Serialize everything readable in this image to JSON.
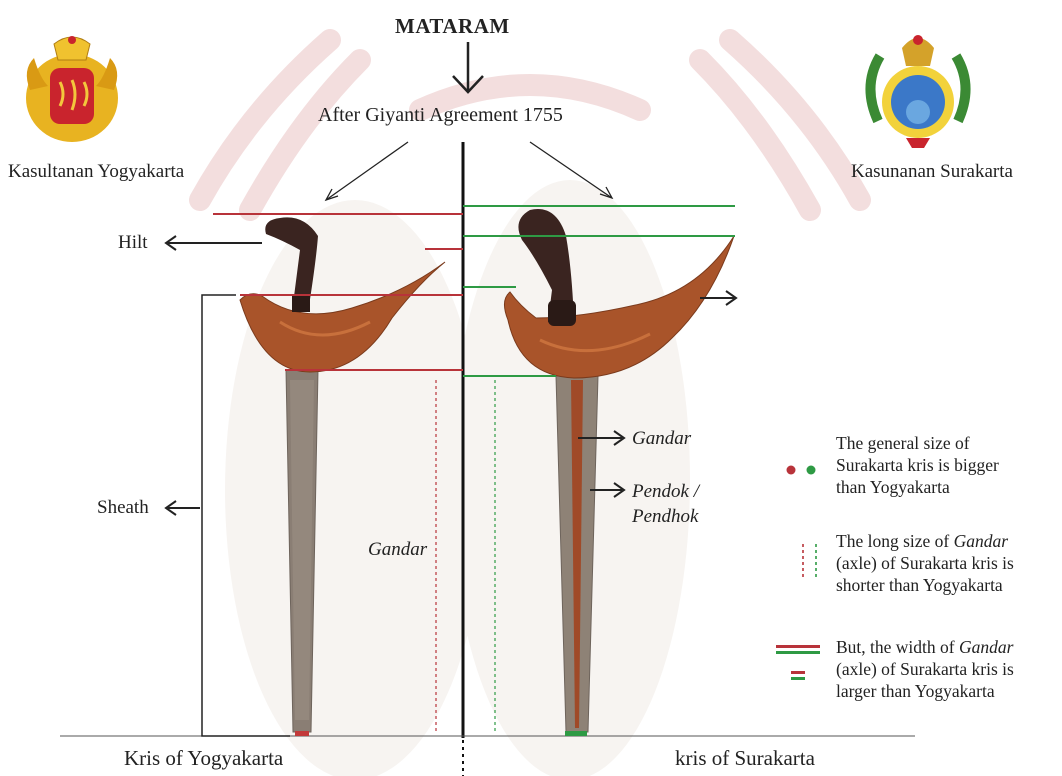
{
  "title": "MATARAM",
  "subtitle": "After Giyanti Agreement 1755",
  "left_region": "Kasultanan Yogyakarta",
  "right_region": "Kasunanan Surakarta",
  "labels": {
    "hilt": "Hilt",
    "sheath": "Sheath",
    "gandar_left": "Gandar",
    "gandar_right": "Gandar",
    "pendok_line1": "Pendok /",
    "pendok_line2": "Pendhok"
  },
  "captions": {
    "left": "Kris of Yogyakarta",
    "right": "kris of Surakarta"
  },
  "legend": [
    {
      "icon": "red-green-dots-icon",
      "lines": [
        "The general size of",
        "Surakarta kris is bigger",
        "than Yogyakarta"
      ]
    },
    {
      "icon": "red-green-dashed-lines-icon",
      "lines": [
        "The long size of Gandar",
        "(axle) of Surakarta kris is",
        "shorter than Yogyakarta"
      ]
    },
    {
      "icon": "red-green-bars-icon",
      "lines": [
        "But, the width of Gandar",
        "(axle) of Surakarta kris is",
        "larger than Yogyakarta"
      ]
    }
  ],
  "colors": {
    "red": "#b8333a",
    "green": "#2e9a44",
    "wood": "#a9542a",
    "metal": "#8a7e74",
    "hilt": "#3a2420"
  },
  "icons": [
    "yogyakarta-emblem-icon",
    "surakarta-emblem-icon",
    "down-arrow-icon"
  ]
}
